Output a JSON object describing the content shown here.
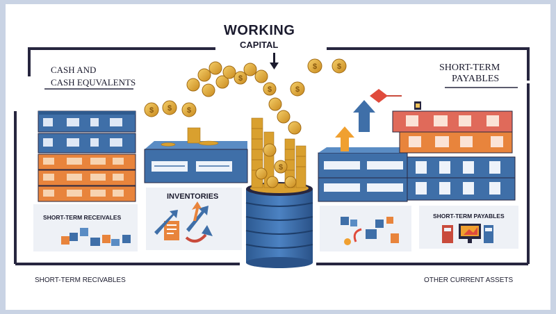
{
  "title": {
    "line1": "WORKING",
    "line2": "CAPITAL"
  },
  "labels": {
    "cash_line1": "CASH AND",
    "cash_line2": "CASH EQUVALENTS",
    "payables_line1": "SHORT-TERM",
    "payables_line2": "PAYABLES",
    "inventories": "INVENTORIES",
    "receivables_box": "SHORT-TERM RECEIVALES",
    "payables_box": "SHORT-TERM PAYABLES",
    "receivables_bottom": "SHORT-TERM RECIVABLES",
    "other_bottom": "OTHER CURRENT ASSETS"
  },
  "colors": {
    "navy": "#27263f",
    "blue": "#3f6fa8",
    "blue_light": "#5a8cc4",
    "orange": "#e8843c",
    "coral": "#e06a5a",
    "gold": "#d9a02f",
    "gold_light": "#f0c35a",
    "panel_bg": "#eef1f6"
  }
}
